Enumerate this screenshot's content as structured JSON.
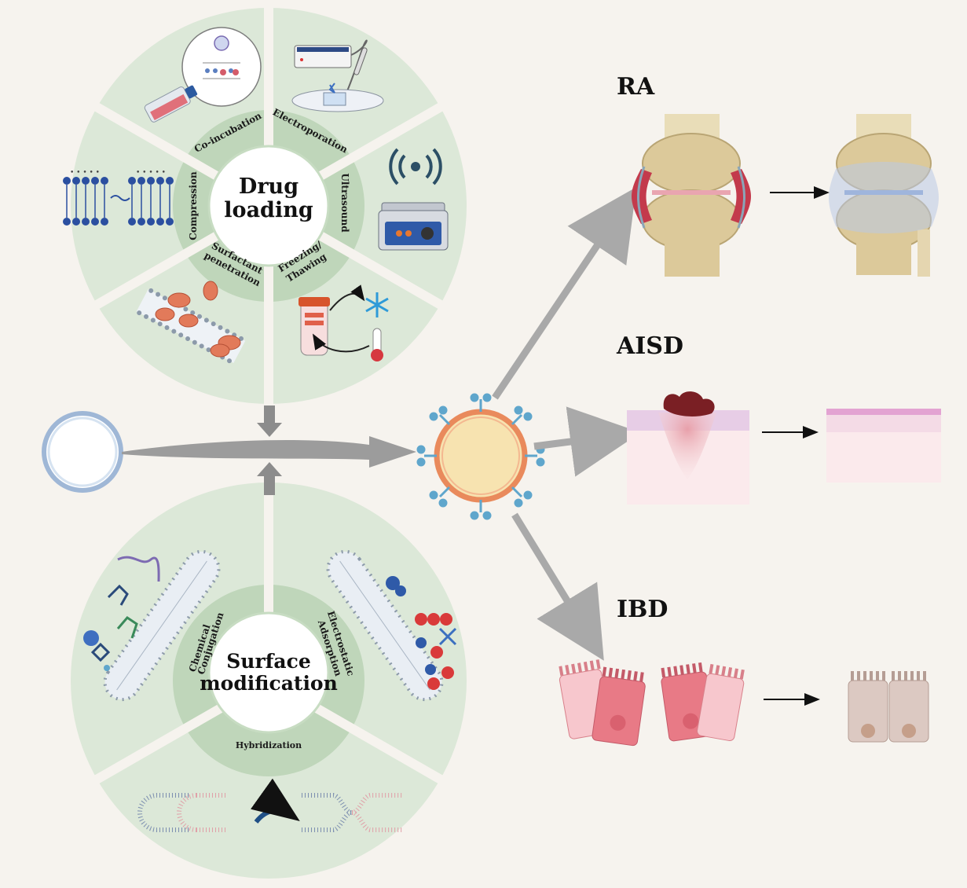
{
  "top_wheel": {
    "center_lines": [
      "Drug",
      "loading"
    ],
    "segments": [
      {
        "label": "Co-incubation"
      },
      {
        "label": "Electroporation"
      },
      {
        "label": "Ultrasound"
      },
      {
        "label": "Freezing/ Thawing",
        "lines": [
          "Freezing/",
          "Thawing"
        ]
      },
      {
        "label": "Surfactant penetration",
        "lines": [
          "Surfactant",
          "penetration"
        ]
      },
      {
        "label": "Compression"
      }
    ]
  },
  "bottom_wheel": {
    "center_lines": [
      "Surface",
      "modification"
    ],
    "segments": [
      {
        "label": "Chemical Conjugation",
        "lines": [
          "Chemical",
          "Conjugation"
        ]
      },
      {
        "label": "Electrostatic Adsorption",
        "lines": [
          "Electrostatic",
          "Adsorption"
        ]
      },
      {
        "label": "Hybridization"
      }
    ]
  },
  "diseases": [
    {
      "label": "RA"
    },
    {
      "label": "AISD"
    },
    {
      "label": "IBD"
    }
  ],
  "colors": {
    "background": "#f6f3ee",
    "wheel_outer": "#dce8d8",
    "wheel_inner": "#bfd6ba",
    "arrow_gray": "#a9a9a9",
    "vesicle_fill": "#f7e3b0",
    "vesicle_membrane": "#e98a5c",
    "ligand_blue": "#5fa6cc",
    "bone": "#dcc99a",
    "inflamed": "#c33a4c",
    "cartilage_healthy": "#b9c9e6",
    "skin_pink": "#f2d3d8",
    "scab": "#7a1f24",
    "cell_inflamed": "#e87a86",
    "cell_healthy": "#dcc9c2"
  }
}
